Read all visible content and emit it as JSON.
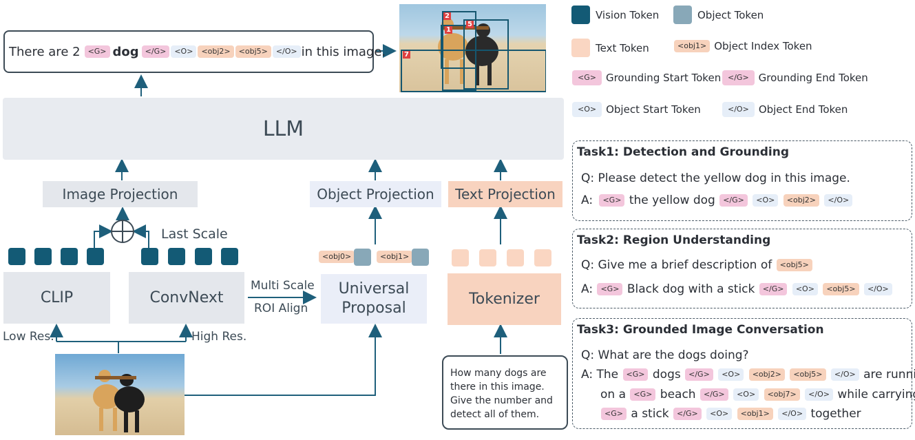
{
  "output": {
    "prefix": "There are 2",
    "g": "<G>",
    "word": "dog",
    "g_end": "</G>",
    "o": "<O>",
    "obj2": "<obj2>",
    "obj5": "<obj5>",
    "o_end": "</O>",
    "suffix": "in this image."
  },
  "detected_boxes": [
    "2",
    "1",
    "5",
    "7"
  ],
  "llm_label": "LLM",
  "image_projection": "Image Projection",
  "object_projection": "Object Projection",
  "text_projection": "Text Projection",
  "last_scale": "Last Scale",
  "clip": "CLIP",
  "convnext": "ConvNext",
  "multi_scale": "Multi Scale",
  "roi_align": "ROI Align",
  "universal_proposal_1": "Universal",
  "universal_proposal_2": "Proposal",
  "tokenizer": "Tokenizer",
  "low_res": "Low Res.",
  "high_res": "High Res.",
  "obj_tokens": [
    "<obj0>",
    "<obj1>"
  ],
  "question_lines": [
    "How many dogs are",
    "there in this image.",
    "Give the number and",
    "detect all of them."
  ],
  "legend": {
    "vision_token": "Vision Token",
    "object_token": "Object Token",
    "text_token": "Text Token",
    "obj1_token": "<obj1>",
    "object_index_token": "Object Index Token",
    "g_token": "<G>",
    "grounding_start": "Grounding Start Token",
    "g_end_token": "</G>",
    "grounding_end": "Grounding End Token",
    "o_token": "<O>",
    "object_start": "Object Start Token",
    "o_end_token": "</O>",
    "object_end": "Object End Token",
    "colors": {
      "vision": "#135a75",
      "object": "#88a8b8",
      "text": "#fad6c2",
      "g": "#f3c6dc",
      "o": "#e6eef8",
      "obj": "#f7d2bc"
    }
  },
  "task1": {
    "title": "Task1: Detection and Grounding",
    "q": "Q: Please detect the yellow dog in this image.",
    "a_prefix": "A:",
    "a_g": "<G>",
    "a_text": "the yellow dog",
    "a_g_end": "</G>",
    "a_o": "<O>",
    "a_obj": "<obj2>",
    "a_o_end": "</O>"
  },
  "task2": {
    "title": "Task2: Region Understanding",
    "q": "Q: Give me a brief description of",
    "q_obj": "<obj5>",
    "a_prefix": "A:",
    "a_g": "<G>",
    "a_text": "Black dog with a stick",
    "a_g_end": "</G>",
    "a_o": "<O>",
    "a_obj": "<obj5>",
    "a_o_end": "</O>"
  },
  "task3": {
    "title": "Task3: Grounded Image Conversation",
    "q": "Q: What are the dogs doing?",
    "a_prefix": "A: The",
    "g1": "<G>",
    "w1": "dogs",
    "ge1": "</G>",
    "o1": "<O>",
    "obj2": "<obj2>",
    "obj5": "<obj5>",
    "oe1": "</O>",
    "w1b": "are running",
    "w2a": "on a",
    "g2": "<G>",
    "w2": "beach",
    "ge2": "</G>",
    "o2": "<O>",
    "obj7": "<obj7>",
    "oe2": "</O>",
    "w2b": "while carrying",
    "g3": "<G>",
    "w3": "a stick",
    "ge3": "</G>",
    "o3": "<O>",
    "obj1": "<obj1>",
    "oe3": "</O>",
    "w3b": "together"
  }
}
